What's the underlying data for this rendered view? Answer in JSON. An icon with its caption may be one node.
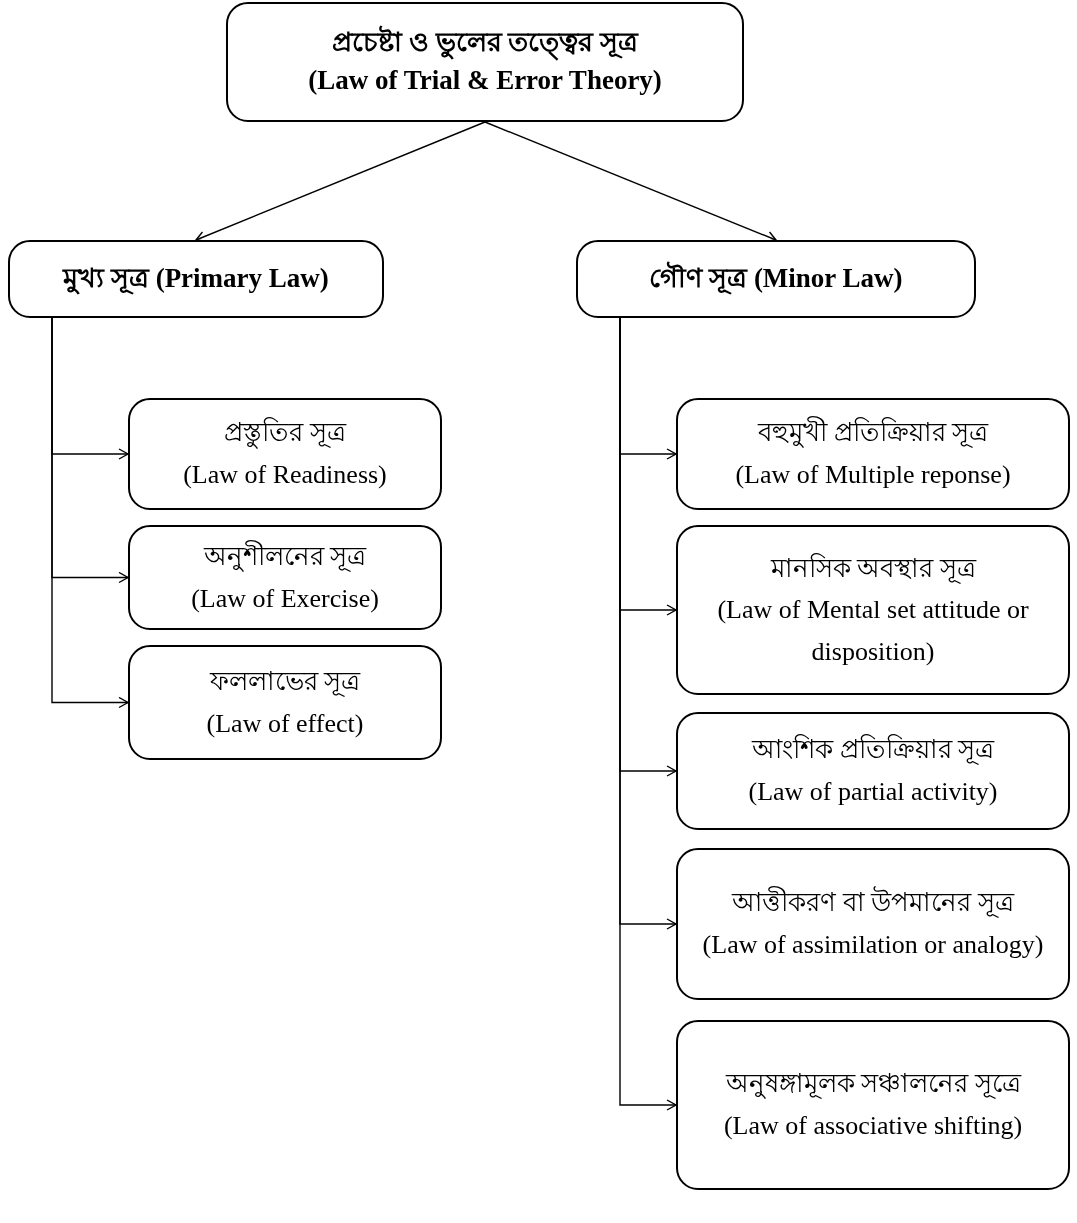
{
  "diagram": {
    "nodes": [
      {
        "text": [
          "প্রচেষ্টা ও ভুলের তত্ত্বের সূত্র",
          "(Law of Trial & Error Theory)"
        ]
      },
      {
        "text": [
          "মুখ্য সূত্র (Primary Law)"
        ]
      },
      {
        "text": [
          "গৌণ সূত্র (Minor Law)"
        ]
      },
      {
        "text": [
          "প্রস্তুতির সূত্র",
          "(Law of Readiness)"
        ]
      },
      {
        "text": [
          "অনুশীলনের সূত্র",
          "(Law of Exercise)"
        ]
      },
      {
        "text": [
          "ফললাভের সূত্র",
          "(Law of effect)"
        ]
      },
      {
        "text": [
          "বহুমুখী প্রতিক্রিয়ার সূত্র",
          "(Law of Multiple reponse)"
        ]
      },
      {
        "text": [
          "মানসিক অবস্থার সূত্র",
          "(Law of Mental set attitude or disposition)"
        ]
      },
      {
        "text": [
          "আংশিক প্রতিক্রিয়ার সূত্র",
          "(Law of partial activity)"
        ]
      },
      {
        "text": [
          "আত্তীকরণ বা উপমানের সূত্র",
          "(Law of assimilation or analogy)"
        ]
      },
      {
        "text": [
          "অনুষঙ্গামূলক সঞ্চালনের সূত্রে",
          "(Law of associative shifting)"
        ]
      }
    ],
    "edges": [
      {
        "from": 0,
        "to": 1,
        "arrow": "to"
      },
      {
        "from": 0,
        "to": 2,
        "arrow": "to"
      },
      {
        "from": 1,
        "to": 3,
        "arrow": "to"
      },
      {
        "from": 1,
        "to": 4,
        "arrow": "to"
      },
      {
        "from": 1,
        "to": 5,
        "arrow": "to"
      },
      {
        "from": 2,
        "to": 6,
        "arrow": "to"
      },
      {
        "from": 2,
        "to": 7,
        "arrow": "to"
      },
      {
        "from": 2,
        "to": 8,
        "arrow": "to"
      },
      {
        "from": 2,
        "to": 9,
        "arrow": "to"
      },
      {
        "from": 2,
        "to": 10,
        "arrow": "to"
      }
    ]
  }
}
